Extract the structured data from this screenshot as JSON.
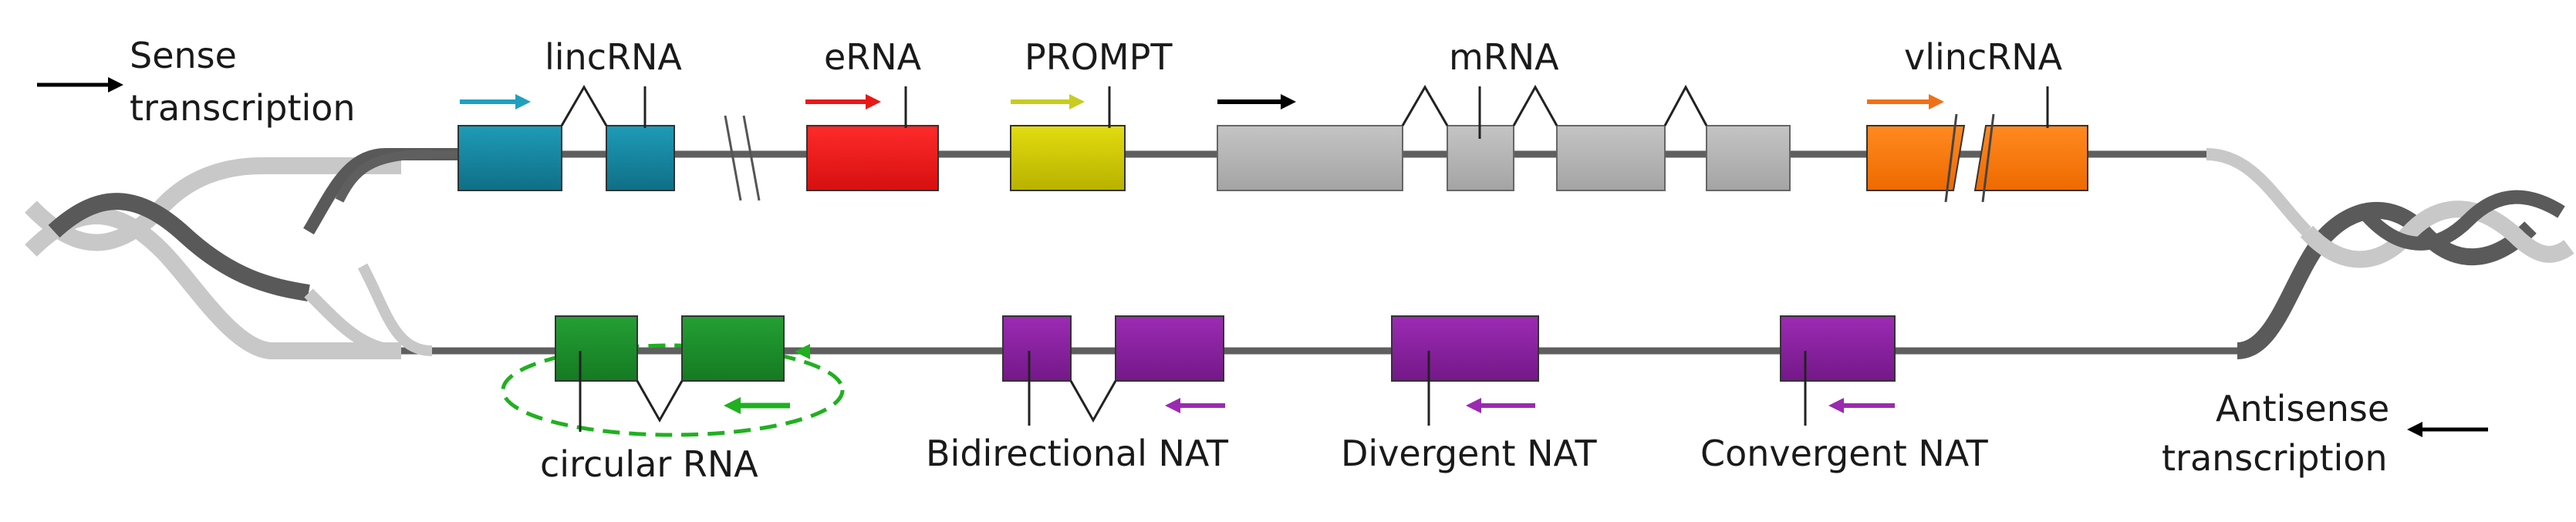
{
  "labels": {
    "sense": [
      "Sense",
      "transcription"
    ],
    "antisense": [
      "Antisense",
      "transcription"
    ],
    "lincrna": "lincRNA",
    "erna": "eRNA",
    "prompt": "PROMPT",
    "mrna": "mRNA",
    "vlincrna": "vlincRNA",
    "circular_rna": "circular RNA",
    "bidirectional_nat": "Bidirectional NAT",
    "divergent_nat": "Divergent NAT",
    "convergent_nat": "Convergent NAT"
  },
  "colors": {
    "strand": "#5f5f5f",
    "helix_dark": "#5a5a5a",
    "helix_light": "#c8c8c8",
    "lincrna": "#1b8aa6",
    "erna": "#ee1c1c",
    "prompt": "#d6d000",
    "mrna": "#b8b8b8",
    "vlincrna": "#ff7a10",
    "circular_rna": "#1f8f2f",
    "nat": "#8a1fa2",
    "arrow_black": "#000000",
    "arrow_lincrna": "#1fa0c0",
    "arrow_erna": "#e81818",
    "arrow_prompt": "#c8cc20",
    "arrow_vlincrna": "#f07018",
    "arrow_circular": "#20b020",
    "arrow_nat": "#9a2ab0"
  },
  "icons": {
    "sense_arrow": "arrow-right-icon",
    "antisense_arrow": "arrow-left-icon"
  }
}
